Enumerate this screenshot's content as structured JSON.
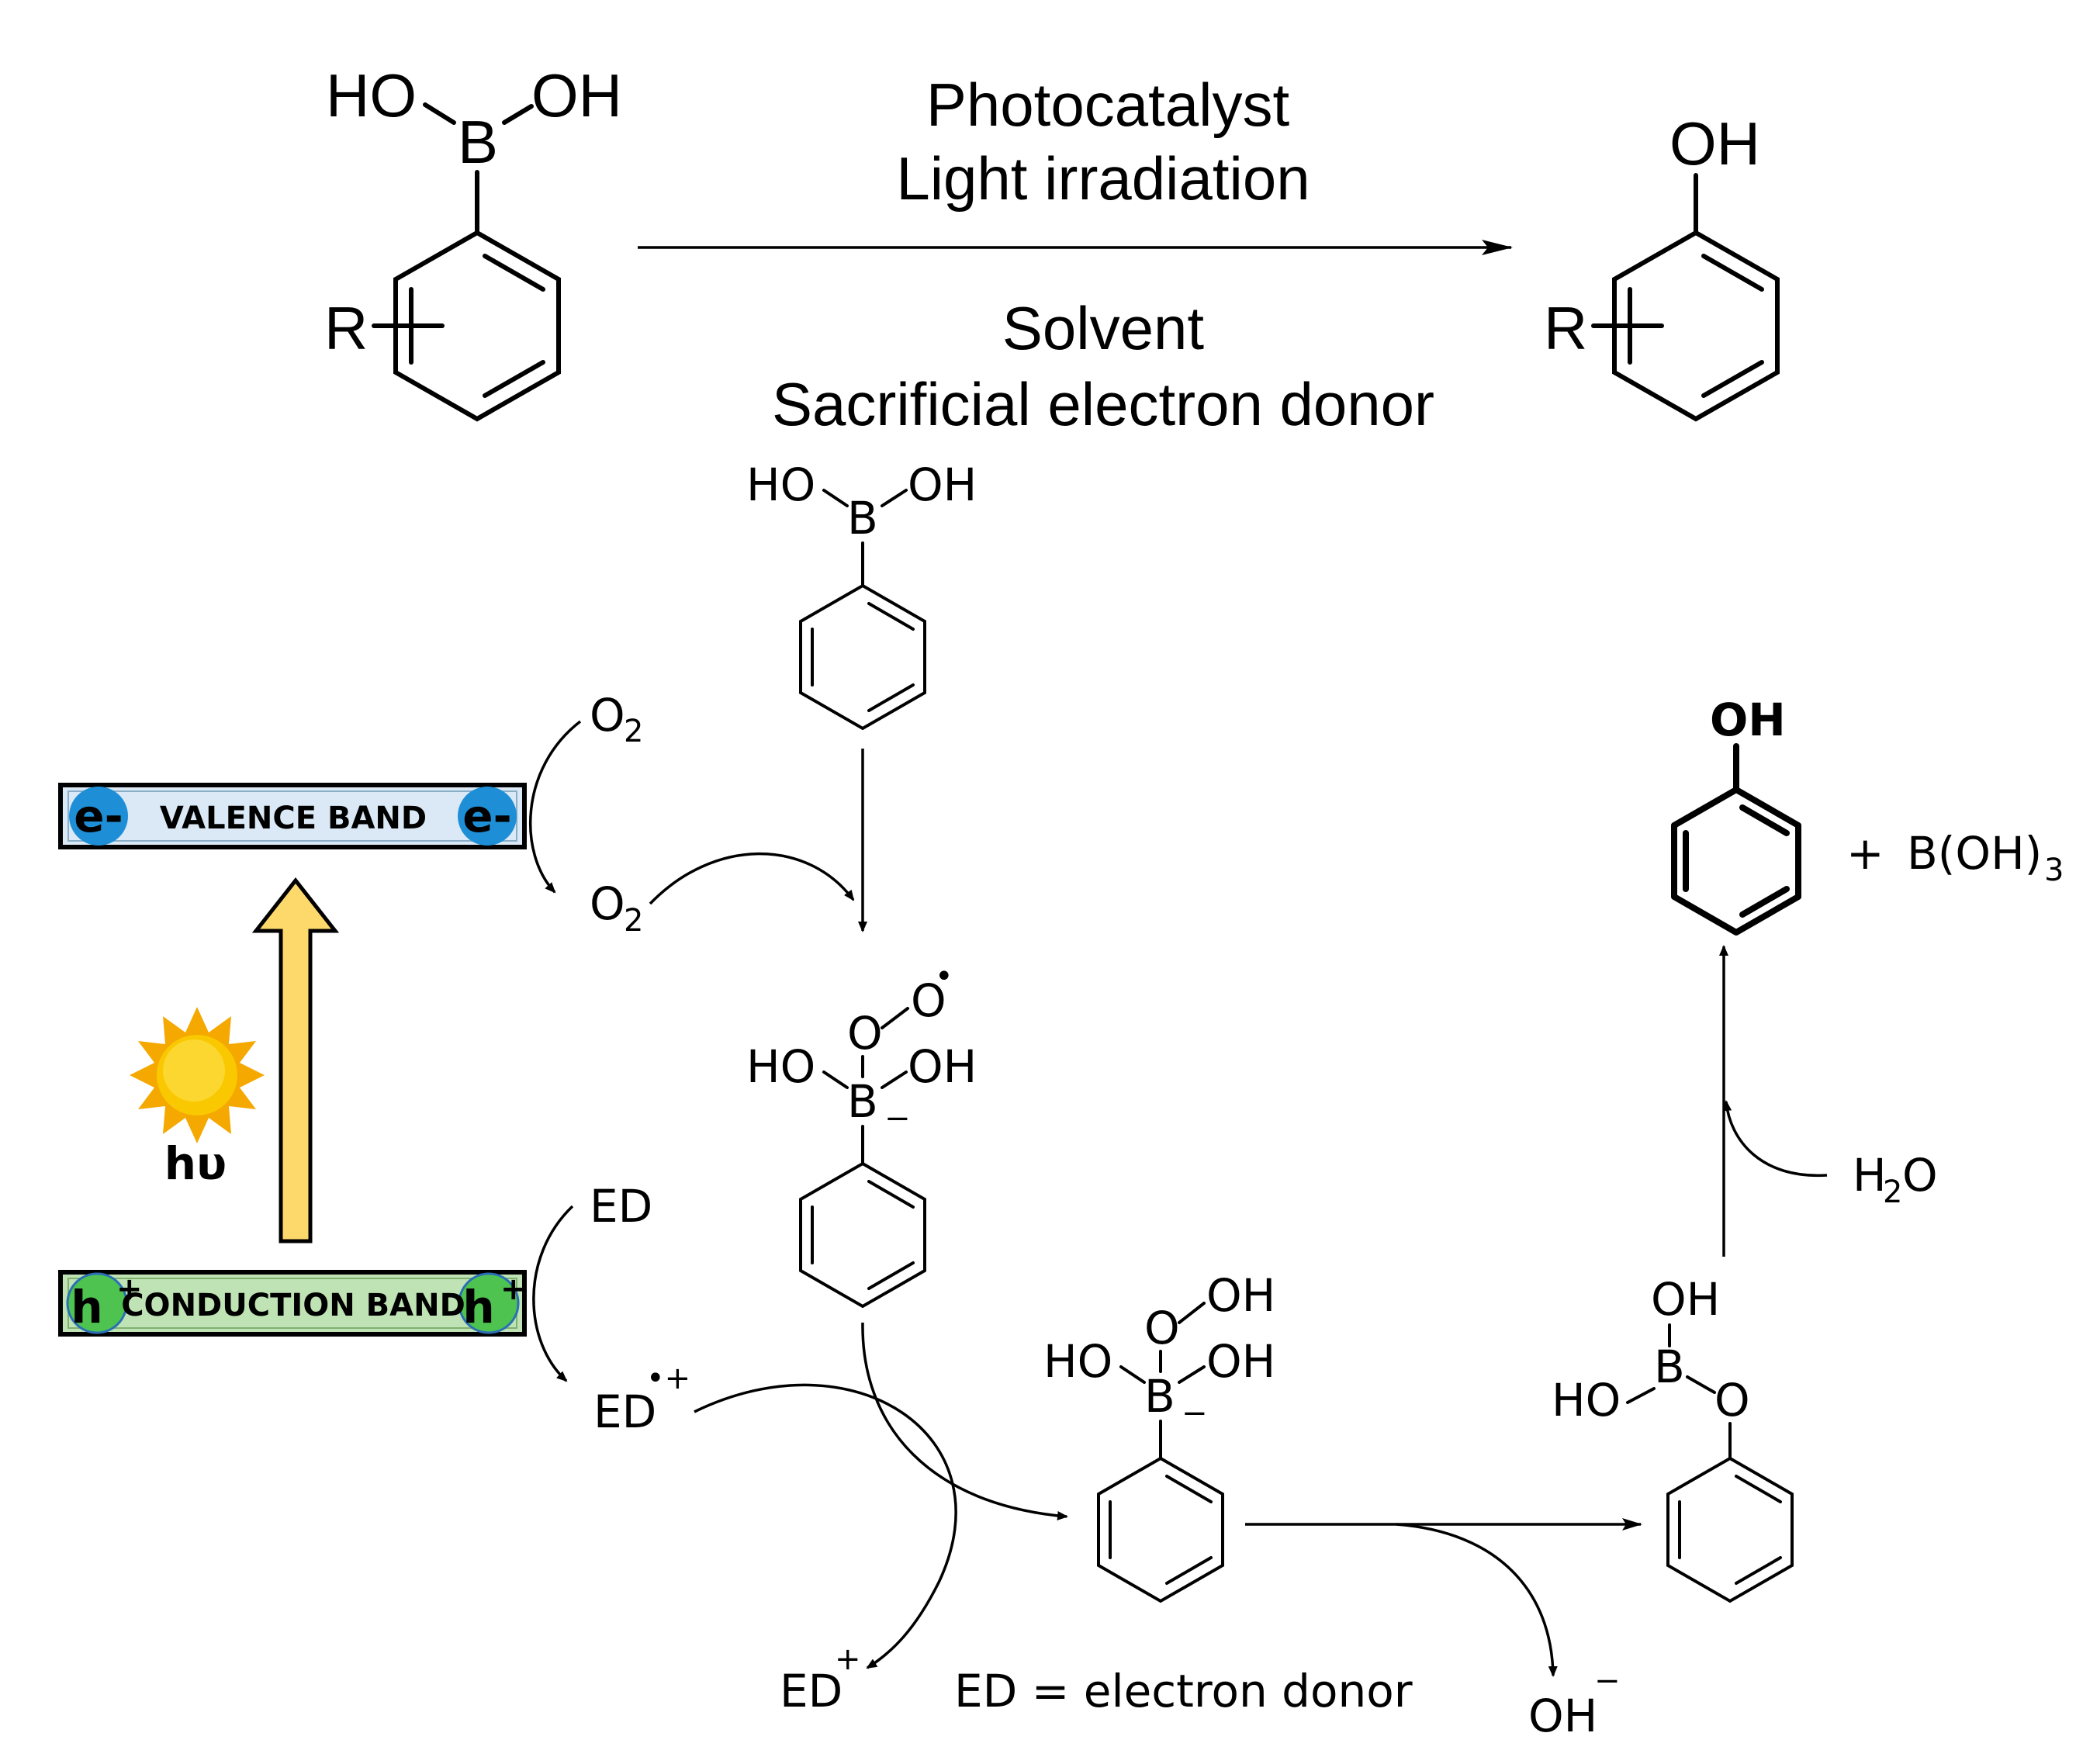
{
  "reaction": {
    "conditions_top": [
      "Photocatalyst",
      "Light irradiation"
    ],
    "conditions_bottom": [
      "Solvent",
      "Sacrificial electron donor"
    ]
  },
  "labels": {
    "ho": "HO",
    "oh": "OH",
    "b": "B",
    "r": "R",
    "o": "O",
    "minus": "−",
    "dot": "•",
    "o2": "O",
    "sub2": "2",
    "ed": "ED",
    "ed_radical_plus": "•+",
    "plus": "+",
    "boh3": "B(OH)",
    "sub3": "3",
    "h2o_h": "H",
    "h2o_o": "O",
    "hv": "hυ",
    "ed_definition": "ED = electron donor",
    "oh_minus_charge": "−"
  },
  "bands": {
    "valence": {
      "label": "VALENCE BAND",
      "carrier": "e-",
      "fill": "#dbe9f6",
      "carrier_color": "#1e8fd6"
    },
    "conduction": {
      "label": "CONDUCTION BAND",
      "carrier": "h",
      "carrier_sup": "+",
      "fill": "#bfe3b4",
      "carrier_color": "#4fc34f"
    }
  },
  "colors": {
    "excitation_arrow": "#fdd86a",
    "sun_core": "#f9c800",
    "sun_rays": "#f5a800"
  },
  "icons": [
    "sun-icon",
    "excitation-arrow-icon"
  ]
}
